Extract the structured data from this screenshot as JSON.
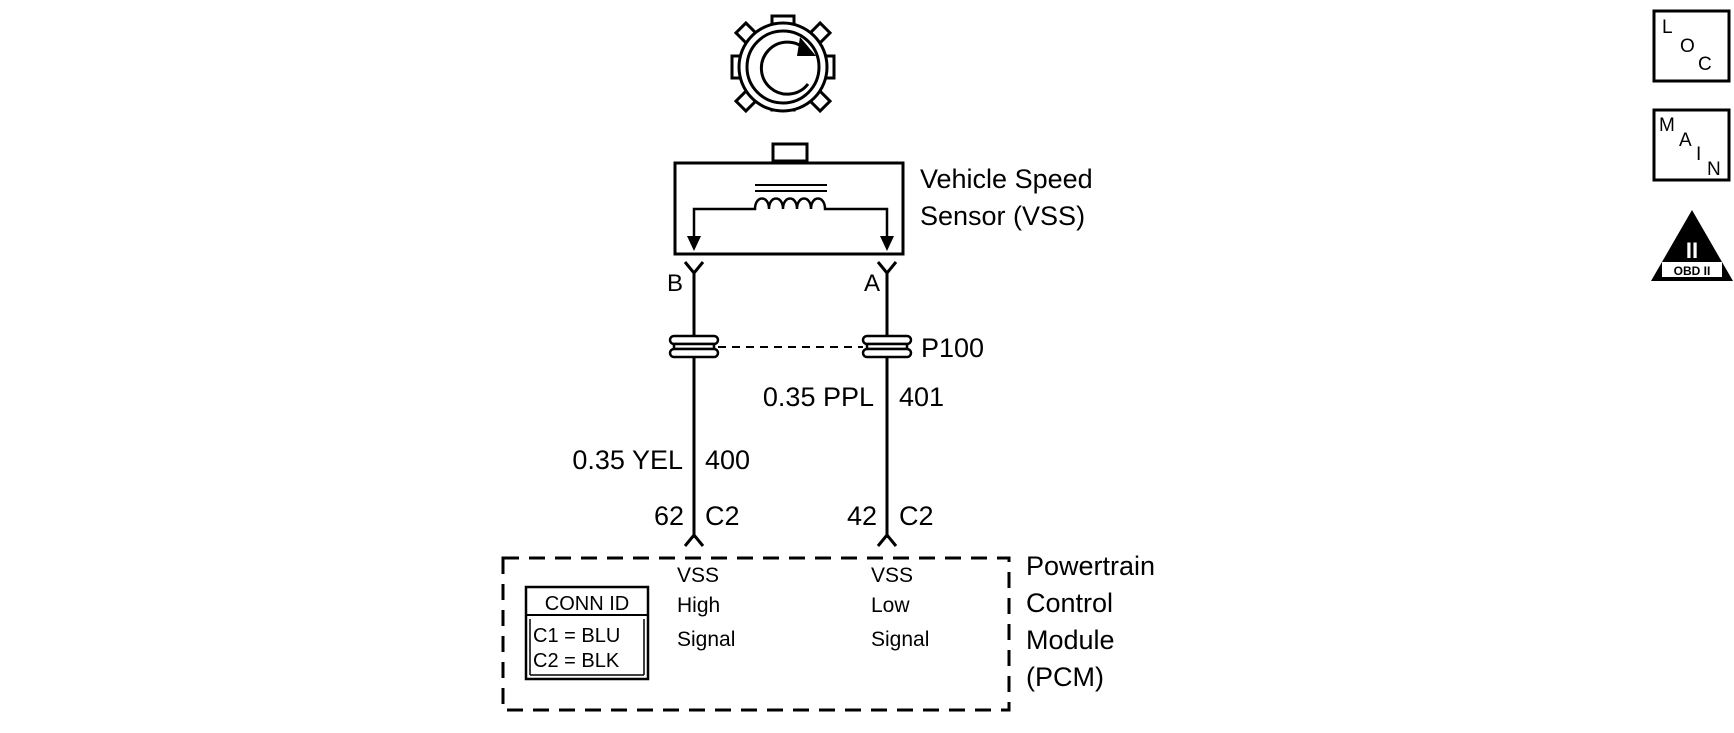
{
  "sensor": {
    "name_line1": "Vehicle Speed",
    "name_line2": "Sensor (VSS)",
    "pin_left": "B",
    "pin_right": "A"
  },
  "connector": {
    "label": "P100"
  },
  "wires": {
    "left": {
      "gauge_color": "0.35 YEL",
      "circuit": "400",
      "pcm_pin": "62",
      "pcm_connector": "C2"
    },
    "right": {
      "gauge_color": "0.35 PPL",
      "circuit": "401",
      "pcm_pin": "42",
      "pcm_connector": "C2"
    }
  },
  "pcm": {
    "name_lines": [
      "Powertrain",
      "Control",
      "Module",
      "(PCM)"
    ],
    "high_signal_lines": [
      "VSS",
      "High",
      "Signal"
    ],
    "low_signal_lines": [
      "VSS",
      "Low",
      "Signal"
    ],
    "conn_id": {
      "title": "CONN ID",
      "rows": [
        "C1 = BLU",
        "C2 = BLK"
      ]
    }
  },
  "side_icons": {
    "loc": {
      "icon": "loc-icon",
      "letters": [
        "L",
        "O",
        "C"
      ]
    },
    "main": {
      "icon": "main-icon",
      "letters": [
        "M",
        "A",
        "I",
        "N"
      ]
    },
    "obd": {
      "icon": "obd-ii-icon",
      "numeral": "II",
      "caption": "OBD II"
    }
  }
}
